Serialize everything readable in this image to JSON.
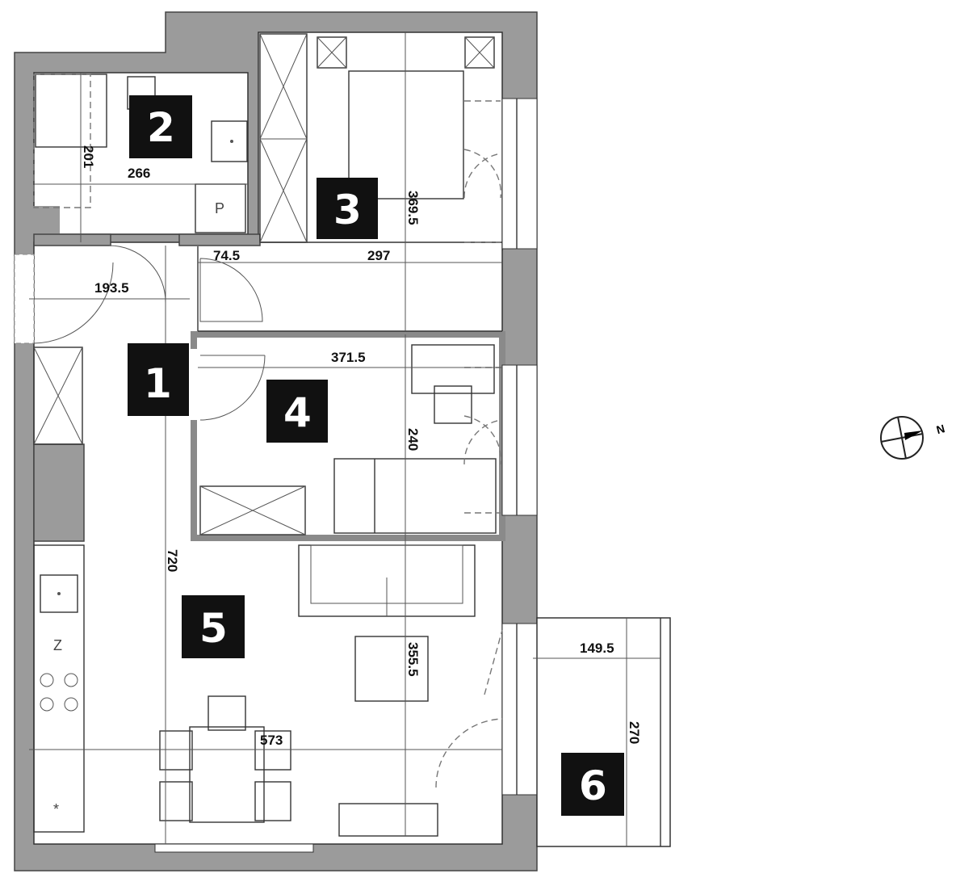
{
  "title": "Apartment floor plan",
  "rooms": [
    {
      "number": "1"
    },
    {
      "number": "2"
    },
    {
      "number": "3"
    },
    {
      "number": "4"
    },
    {
      "number": "5"
    },
    {
      "number": "6"
    }
  ],
  "dimensions": {
    "bath_width": "266",
    "bath_depth": "201",
    "room3_depth": "369.5",
    "corridor_small": "74.5",
    "room3_width": "297",
    "hall_width": "193.5",
    "room4_width": "371.5",
    "room4_depth": "240",
    "hall_length": "720",
    "living_depth": "355.5",
    "living_width": "573",
    "balcony_width": "149.5",
    "balcony_depth": "270"
  },
  "fixtures": {
    "washer_label": "P",
    "fridge_label": "Z",
    "extractor_label": "*"
  },
  "compass": {
    "north_label": "N"
  }
}
